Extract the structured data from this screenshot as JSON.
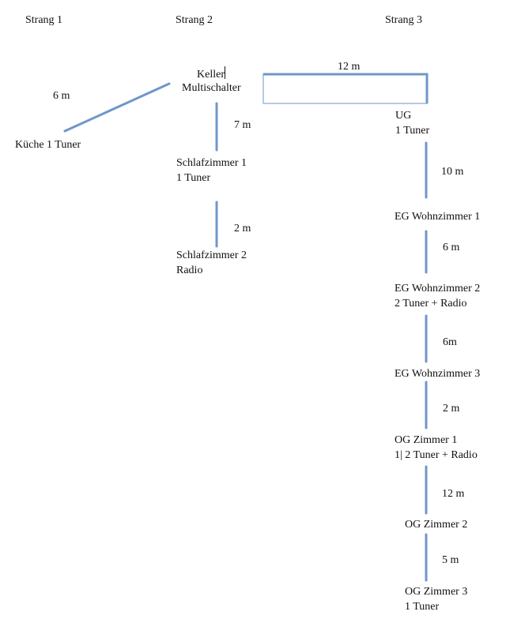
{
  "headers": {
    "strang1": "Strang 1",
    "strang2": "Strang 2",
    "strang3": "Strang 3"
  },
  "nodes": {
    "keller_line1": "Keller",
    "keller_line2": "Multischalter",
    "kueche": "Küche 1 Tuner",
    "schlaf1_line1": "Schlafzimmer 1",
    "schlaf1_line2": "1 Tuner",
    "schlaf2_line1": "Schlafzimmer 2",
    "schlaf2_line2": "Radio",
    "ug_line1": "UG",
    "ug_line2": "1 Tuner",
    "eg_wz1": "EG Wohnzimmer 1",
    "eg_wz2_line1": "EG Wohnzimmer 2",
    "eg_wz2_line2": "2 Tuner + Radio",
    "eg_wz3": "EG Wohnzimmer 3",
    "og_z1_line1": "OG Zimmer 1",
    "og_z1_line2": "1| 2 Tuner + Radio",
    "og_z2": "OG Zimmer 2",
    "og_z3_line1": "OG Zimmer 3",
    "og_z3_line2": "1 Tuner"
  },
  "distances": {
    "kueche": "6 m",
    "keller_ug": "12 m",
    "schlaf1": "7 m",
    "schlaf2": "2 m",
    "ug_eg1": "10 m",
    "eg1_eg2": "6 m",
    "eg2_eg3": "6m",
    "eg3_og1": "2 m",
    "og1_og2": "12 m",
    "og2_og3": "5 m"
  },
  "colors": {
    "line": "#6f97c9",
    "box_border": "#6f97c9"
  }
}
